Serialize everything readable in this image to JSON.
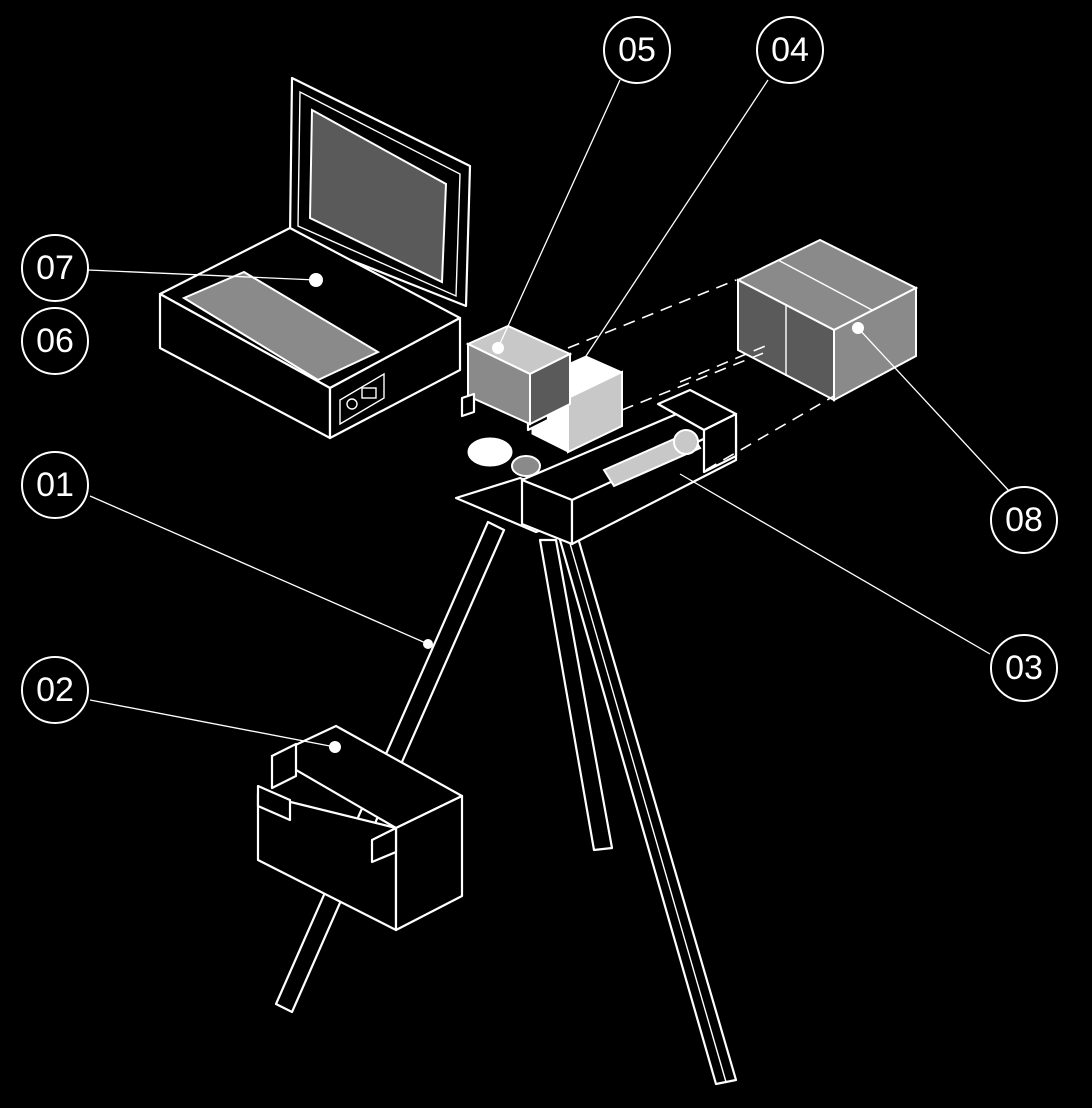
{
  "colors": {
    "background": "#000000",
    "foreground": "#ffffff"
  },
  "callouts": [
    {
      "id": "01",
      "label": "01"
    },
    {
      "id": "02",
      "label": "02"
    },
    {
      "id": "03",
      "label": "03"
    },
    {
      "id": "04",
      "label": "04"
    },
    {
      "id": "05",
      "label": "05"
    },
    {
      "id": "06",
      "label": "06"
    },
    {
      "id": "07",
      "label": "07"
    },
    {
      "id": "08",
      "label": "08"
    }
  ]
}
